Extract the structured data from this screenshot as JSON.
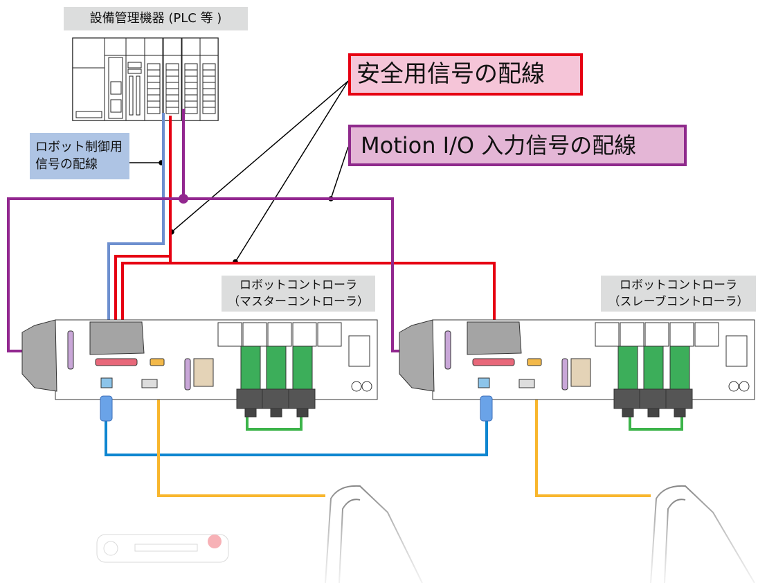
{
  "labels": {
    "plc": "設備管理機器 (PLC 等 )",
    "robot_signal_line1": "ロボット制御用",
    "robot_signal_line2": "信号の配線",
    "safety": "安全用信号の配線",
    "motion": "Motion I/O 入力信号の配線",
    "master_line1": "ロボットコントローラ",
    "master_line2": "（マスターコントローラ）",
    "slave_line1": "ロボットコントローラ",
    "slave_line2": "（スレーブコントローラ）"
  },
  "colors": {
    "robot_signal": "#6d8fcf",
    "safety": "#e60012",
    "motion": "#92278f",
    "lan": "#0e86d0",
    "yellow_cable": "#f8b62d",
    "green_cable": "#3cb44a",
    "pink_cable": "#ee87b4"
  }
}
